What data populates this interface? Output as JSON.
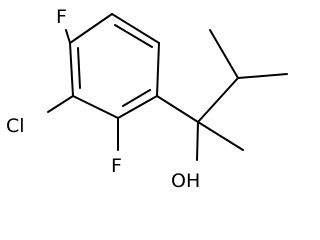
{
  "structure": {
    "atoms": {
      "f_top": "F",
      "cl": "Cl",
      "f_bottom": "F",
      "oh": "OH"
    }
  },
  "colors": {
    "bond": "#000000",
    "label": "#000000",
    "background": "#ffffff"
  }
}
